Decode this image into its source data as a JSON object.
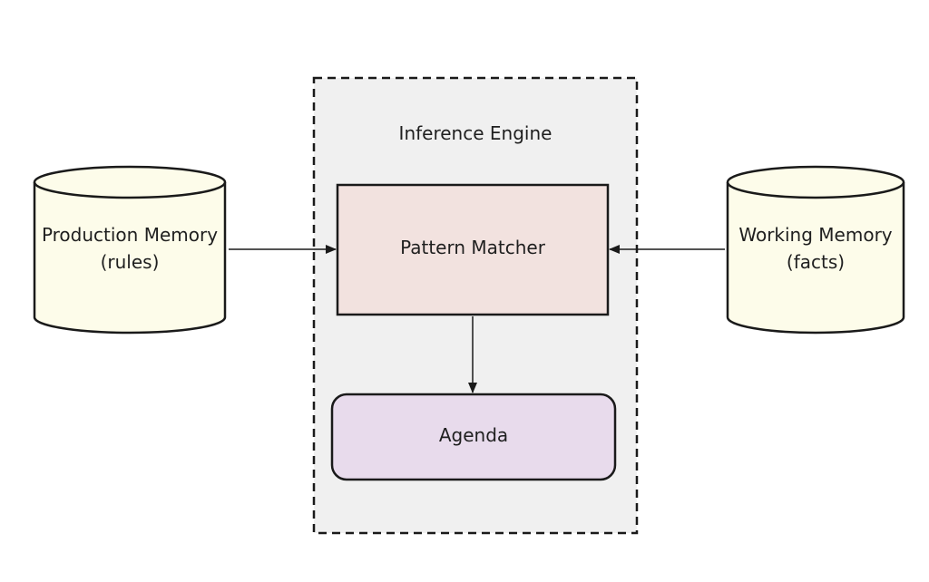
{
  "diagram": {
    "container": {
      "title": "Inference Engine"
    },
    "nodes": {
      "pattern_matcher": {
        "label": "Pattern Matcher"
      },
      "agenda": {
        "label": "Agenda"
      },
      "production_memory": {
        "line1": "Production Memory",
        "line2": "(rules)"
      },
      "working_memory": {
        "line1": "Working Memory",
        "line2": "(facts)"
      }
    },
    "edges": [
      {
        "from": "Production Memory",
        "to": "Pattern Matcher"
      },
      {
        "from": "Working Memory",
        "to": "Pattern Matcher"
      },
      {
        "from": "Pattern Matcher",
        "to": "Agenda"
      }
    ],
    "colors": {
      "container_fill": "#f0f0f0",
      "stroke": "#1a1a1a",
      "pattern_matcher_fill": "#f2e2df",
      "agenda_fill": "#e8dbec",
      "cylinder_fill": "#fdfcea"
    }
  }
}
